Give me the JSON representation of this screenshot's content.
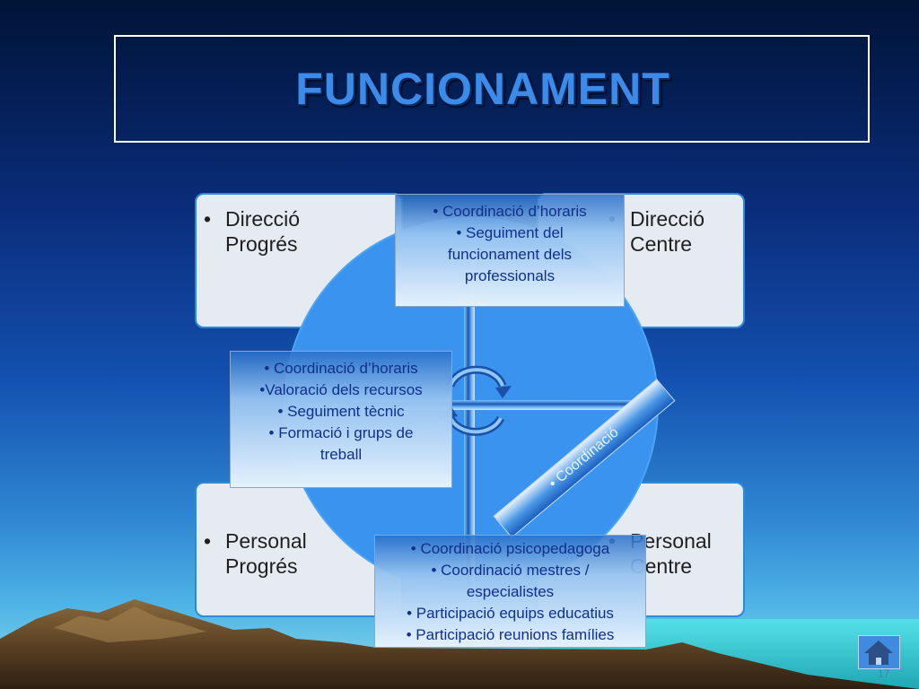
{
  "slide": {
    "title": "FUNCIONAMENT",
    "page_number": "17"
  },
  "quadrants": {
    "top_left": {
      "bullet": "•",
      "text": "Direcció Progrés"
    },
    "top_right": {
      "bullet": "•",
      "text": "Direcció Centre"
    },
    "bottom_left": {
      "bullet": "•",
      "text": "Personal Progrés"
    },
    "bottom_right": {
      "bullet": "•",
      "text": "Personal Centre"
    }
  },
  "boxes": {
    "top_center": [
      "• Coordinació d’horaris",
      "• Seguiment del",
      "funcionament dels",
      "professionals"
    ],
    "middle_left": [
      "• Coordinació d’horaris",
      "•Valoració dels recursos",
      "• Seguiment tècnic",
      "• Formació i grups de",
      "treball"
    ],
    "bottom_center": [
      "• Coordinació psicopedagoga",
      "• Coordinació mestres /",
      "especialistes",
      "• Participació equips educatius",
      "• Participació reunions famílies"
    ],
    "diagonal_band": "• Coordinació"
  },
  "colors": {
    "title_text": "#3d8be8",
    "circle": "#3a93ee",
    "box_text": "#10308a",
    "quad_border": "#2c8ad9"
  },
  "icons": {
    "cycle": "circular-arrows-icon",
    "home": "home-icon"
  }
}
